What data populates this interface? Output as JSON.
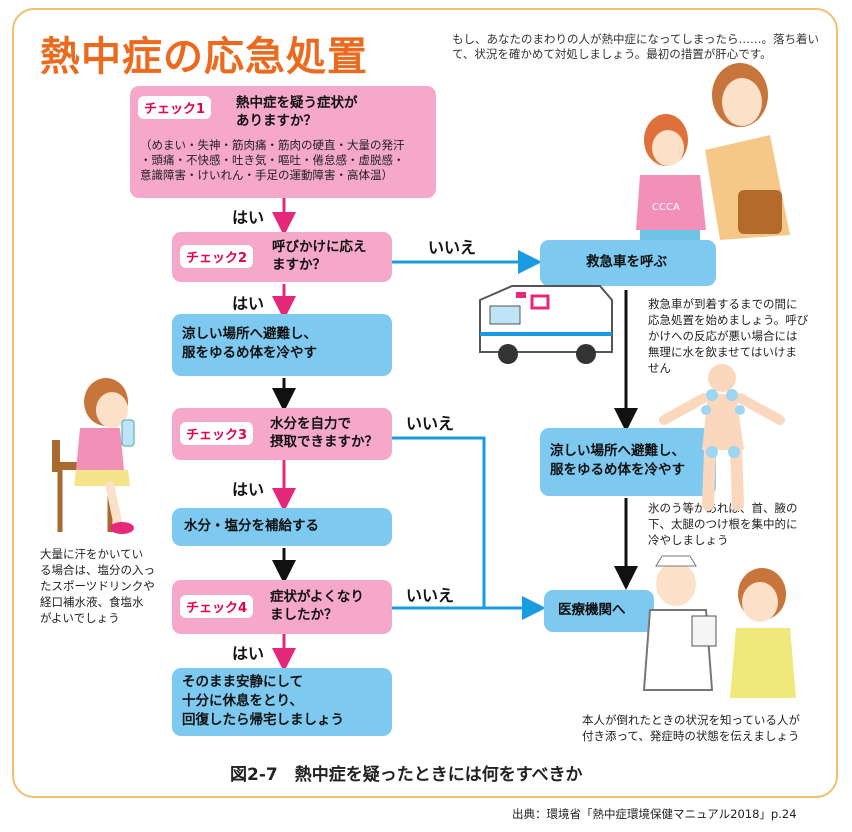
{
  "title": "熱中症の応急処置",
  "intro": "もし、あなたのまわりの人が熱中症になってしまったら……。落ち着いて、状況を確かめて対処しましょう。最初の措置が肝心です。",
  "checks": [
    {
      "tag": "チェック1",
      "question": "熱中症を疑う症状が\nありますか？",
      "detail": "（めまい・失神・筋肉痛・筋肉の硬直・大量の発汗\n・頭痛・不快感・吐き気・嘔吐・倦怠感・虚脱感・\n意識障害・けいれん・手足の運動障害・高体温）"
    },
    {
      "tag": "チェック2",
      "question": "呼びかけに応え\nますか？"
    },
    {
      "tag": "チェック3",
      "question": "水分を自力で\n摂取できますか？"
    },
    {
      "tag": "チェック4",
      "question": "症状がよくなり\nましたか？"
    }
  ],
  "actions": {
    "cool_left": "涼しい場所へ避難し、\n服をゆるめ体を冷やす",
    "hydrate": "水分・塩分を補給する",
    "rest": "そのまま安静にして\n十分に休息をとり、\n回復したら帰宅しましょう",
    "ambulance": "救急車を呼ぶ",
    "cool_right": "涼しい場所へ避難し、\n服をゆるめ体を冷やす",
    "hospital": "医療機関へ"
  },
  "labels": {
    "yes": "はい",
    "no": "いいえ"
  },
  "notes": {
    "ambulance": "救急車が到着するまでの間に\n応急処置を始めましょう。呼び\nかけへの反応が悪い場合には\n無理に水を飲ませてはいけま\nせん",
    "ice": "氷のう等があれば、首、腋の\n下、太腿のつけ根を集中的に\n冷やしましょう",
    "hospital": "本人が倒れたときの状況を知っている人が\n付き添って、発症時の状態を伝えましょう",
    "drink": "大量に汗をかいてい\nる場合は、塩分の入っ\nたスポーツドリンクや\n経口補水液、食塩水\nがよいでしょう"
  },
  "caption": "図2-7　熱中症を疑ったときには何をすべきか",
  "source": "出典：環境省「熱中症環境保健マニュアル2018」p.24",
  "colors": {
    "title": "#ec6a1e",
    "check_box": "#f5a8c9",
    "action_box": "#7dc9f0",
    "yes_arrow": "#e6287a",
    "no_arrow": "#1a9be0",
    "border": "#f0c070"
  },
  "icons": [
    "girl-with-phone-illustration",
    "ambulance-illustration",
    "body-cooling-diagram",
    "nurse-and-patient-illustration",
    "girl-drinking-illustration"
  ]
}
